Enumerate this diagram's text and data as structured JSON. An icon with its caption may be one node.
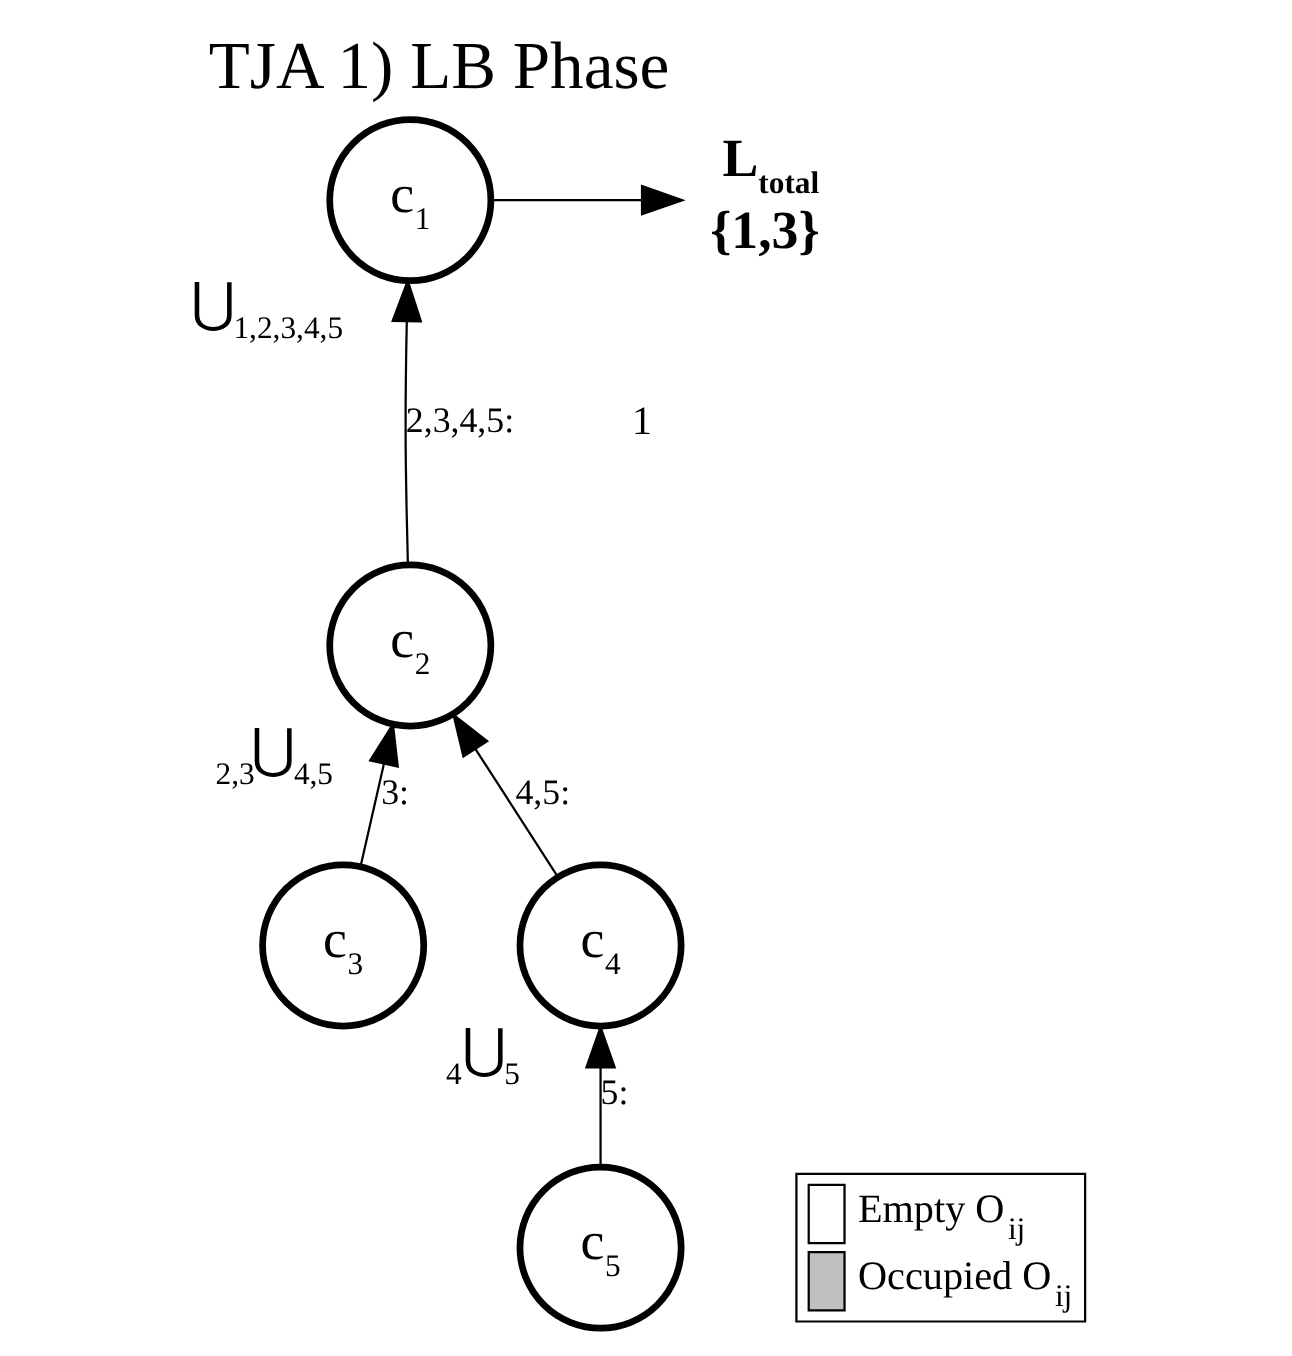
{
  "diagram": {
    "title": "TJA 1) LB Phase",
    "nodes": [
      {
        "text": [
          "c$_{1}$"
        ],
        "beside": [
          "⋃$_{1,2,3,4,5}$"
        ]
      },
      {
        "text": [
          "c$_{2}$"
        ],
        "beside": [
          "$_{2,3}$⋃$_{4,5}$"
        ]
      },
      {
        "text": [
          "c$_{3}$"
        ]
      },
      {
        "text": [
          "c$_{4}$"
        ],
        "beside": [
          "$_{4}$⋃$_{5}$"
        ]
      },
      {
        "text": [
          "c$_{5}$"
        ]
      },
      {
        "text": [
          "L$_{total}$",
          "{1,3}"
        ]
      }
    ],
    "edges": [
      {
        "from": 1,
        "to": 0,
        "arrow": "to",
        "label": "2,3,4,5:"
      },
      {
        "from": 2,
        "to": 1,
        "arrow": "to",
        "label": "3:"
      },
      {
        "from": 3,
        "to": 1,
        "arrow": "to",
        "label": "4,5:"
      },
      {
        "from": 4,
        "to": 3,
        "arrow": "to",
        "label": "5:"
      },
      {
        "from": 0,
        "to": 5,
        "arrow": "to"
      }
    ],
    "labels": [
      "1"
    ],
    "legend": [
      {
        "text": "Empty O$_{ij}$",
        "color": "#ffffff"
      },
      {
        "text": "Occupied O$_{ij}$",
        "color": "#c0c0c0"
      }
    ]
  }
}
